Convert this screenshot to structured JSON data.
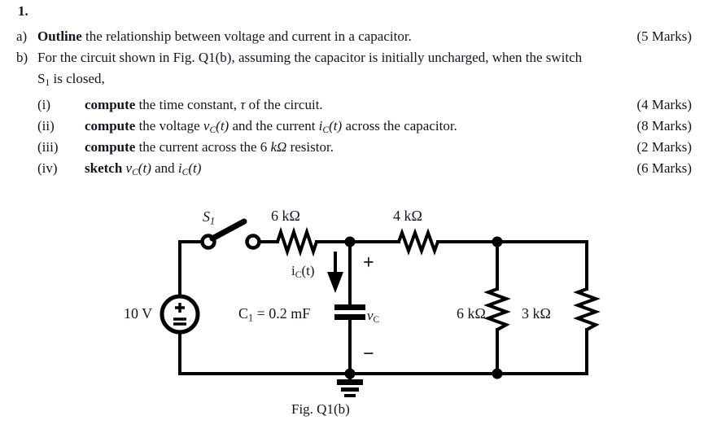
{
  "question": {
    "number": "1.",
    "parts": [
      {
        "marker": "a)",
        "bold_lead": "Outline",
        "text": " the relationship between voltage and current in a capacitor.",
        "marks": "(5 Marks)"
      },
      {
        "marker": "b)",
        "bold_lead": "",
        "text": "For the circuit shown in Fig. Q1(b), assuming the capacitor is initially uncharged, when the switch",
        "text_line2": "S₁ is closed,",
        "marks": ""
      }
    ],
    "subparts": [
      {
        "marker": "(i)",
        "bold_lead": "compute",
        "text": " the time constant, τ of the circuit.",
        "marks": "(4 Marks)"
      },
      {
        "marker": "(ii)",
        "bold_lead": "compute",
        "text": " the voltage v_C(t) and the current i_C(t) across the capacitor.",
        "marks": "(8 Marks)"
      },
      {
        "marker": "(iii)",
        "bold_lead": "compute",
        "text": " the current across the 6 kΩ resistor.",
        "marks": "(2 Marks)"
      },
      {
        "marker": "(iv)",
        "bold_lead": "sketch",
        "text": " v_C(t) and i_C(t)",
        "marks": "(6 Marks)"
      }
    ]
  },
  "figure": {
    "caption": "Fig. Q1(b)",
    "labels": {
      "switch": "S₁",
      "resistor_series": "6 kΩ",
      "resistor_mid": "4 kΩ",
      "resistor_shunt1": "6 kΩ",
      "resistor_shunt2": "3 kΩ",
      "source": "10 V",
      "capacitor": "C₁ = 0.2 mF",
      "capacitor_voltage": "vᴄ",
      "capacitor_current": "iᴄ(t)",
      "polarity_plus": "+",
      "polarity_minus": "−"
    },
    "components": {
      "source_voltage_value": "10",
      "source_voltage_unit": "V",
      "capacitance_value": "0.2",
      "capacitance_unit": "mF",
      "series_resistance": "6 kΩ",
      "middle_resistance": "4 kΩ",
      "shunt_resistance_1": "6 kΩ",
      "shunt_resistance_2": "3 kΩ"
    },
    "colors": {
      "wire": "#000000",
      "text": "#131321",
      "background": "#ffffff"
    }
  }
}
